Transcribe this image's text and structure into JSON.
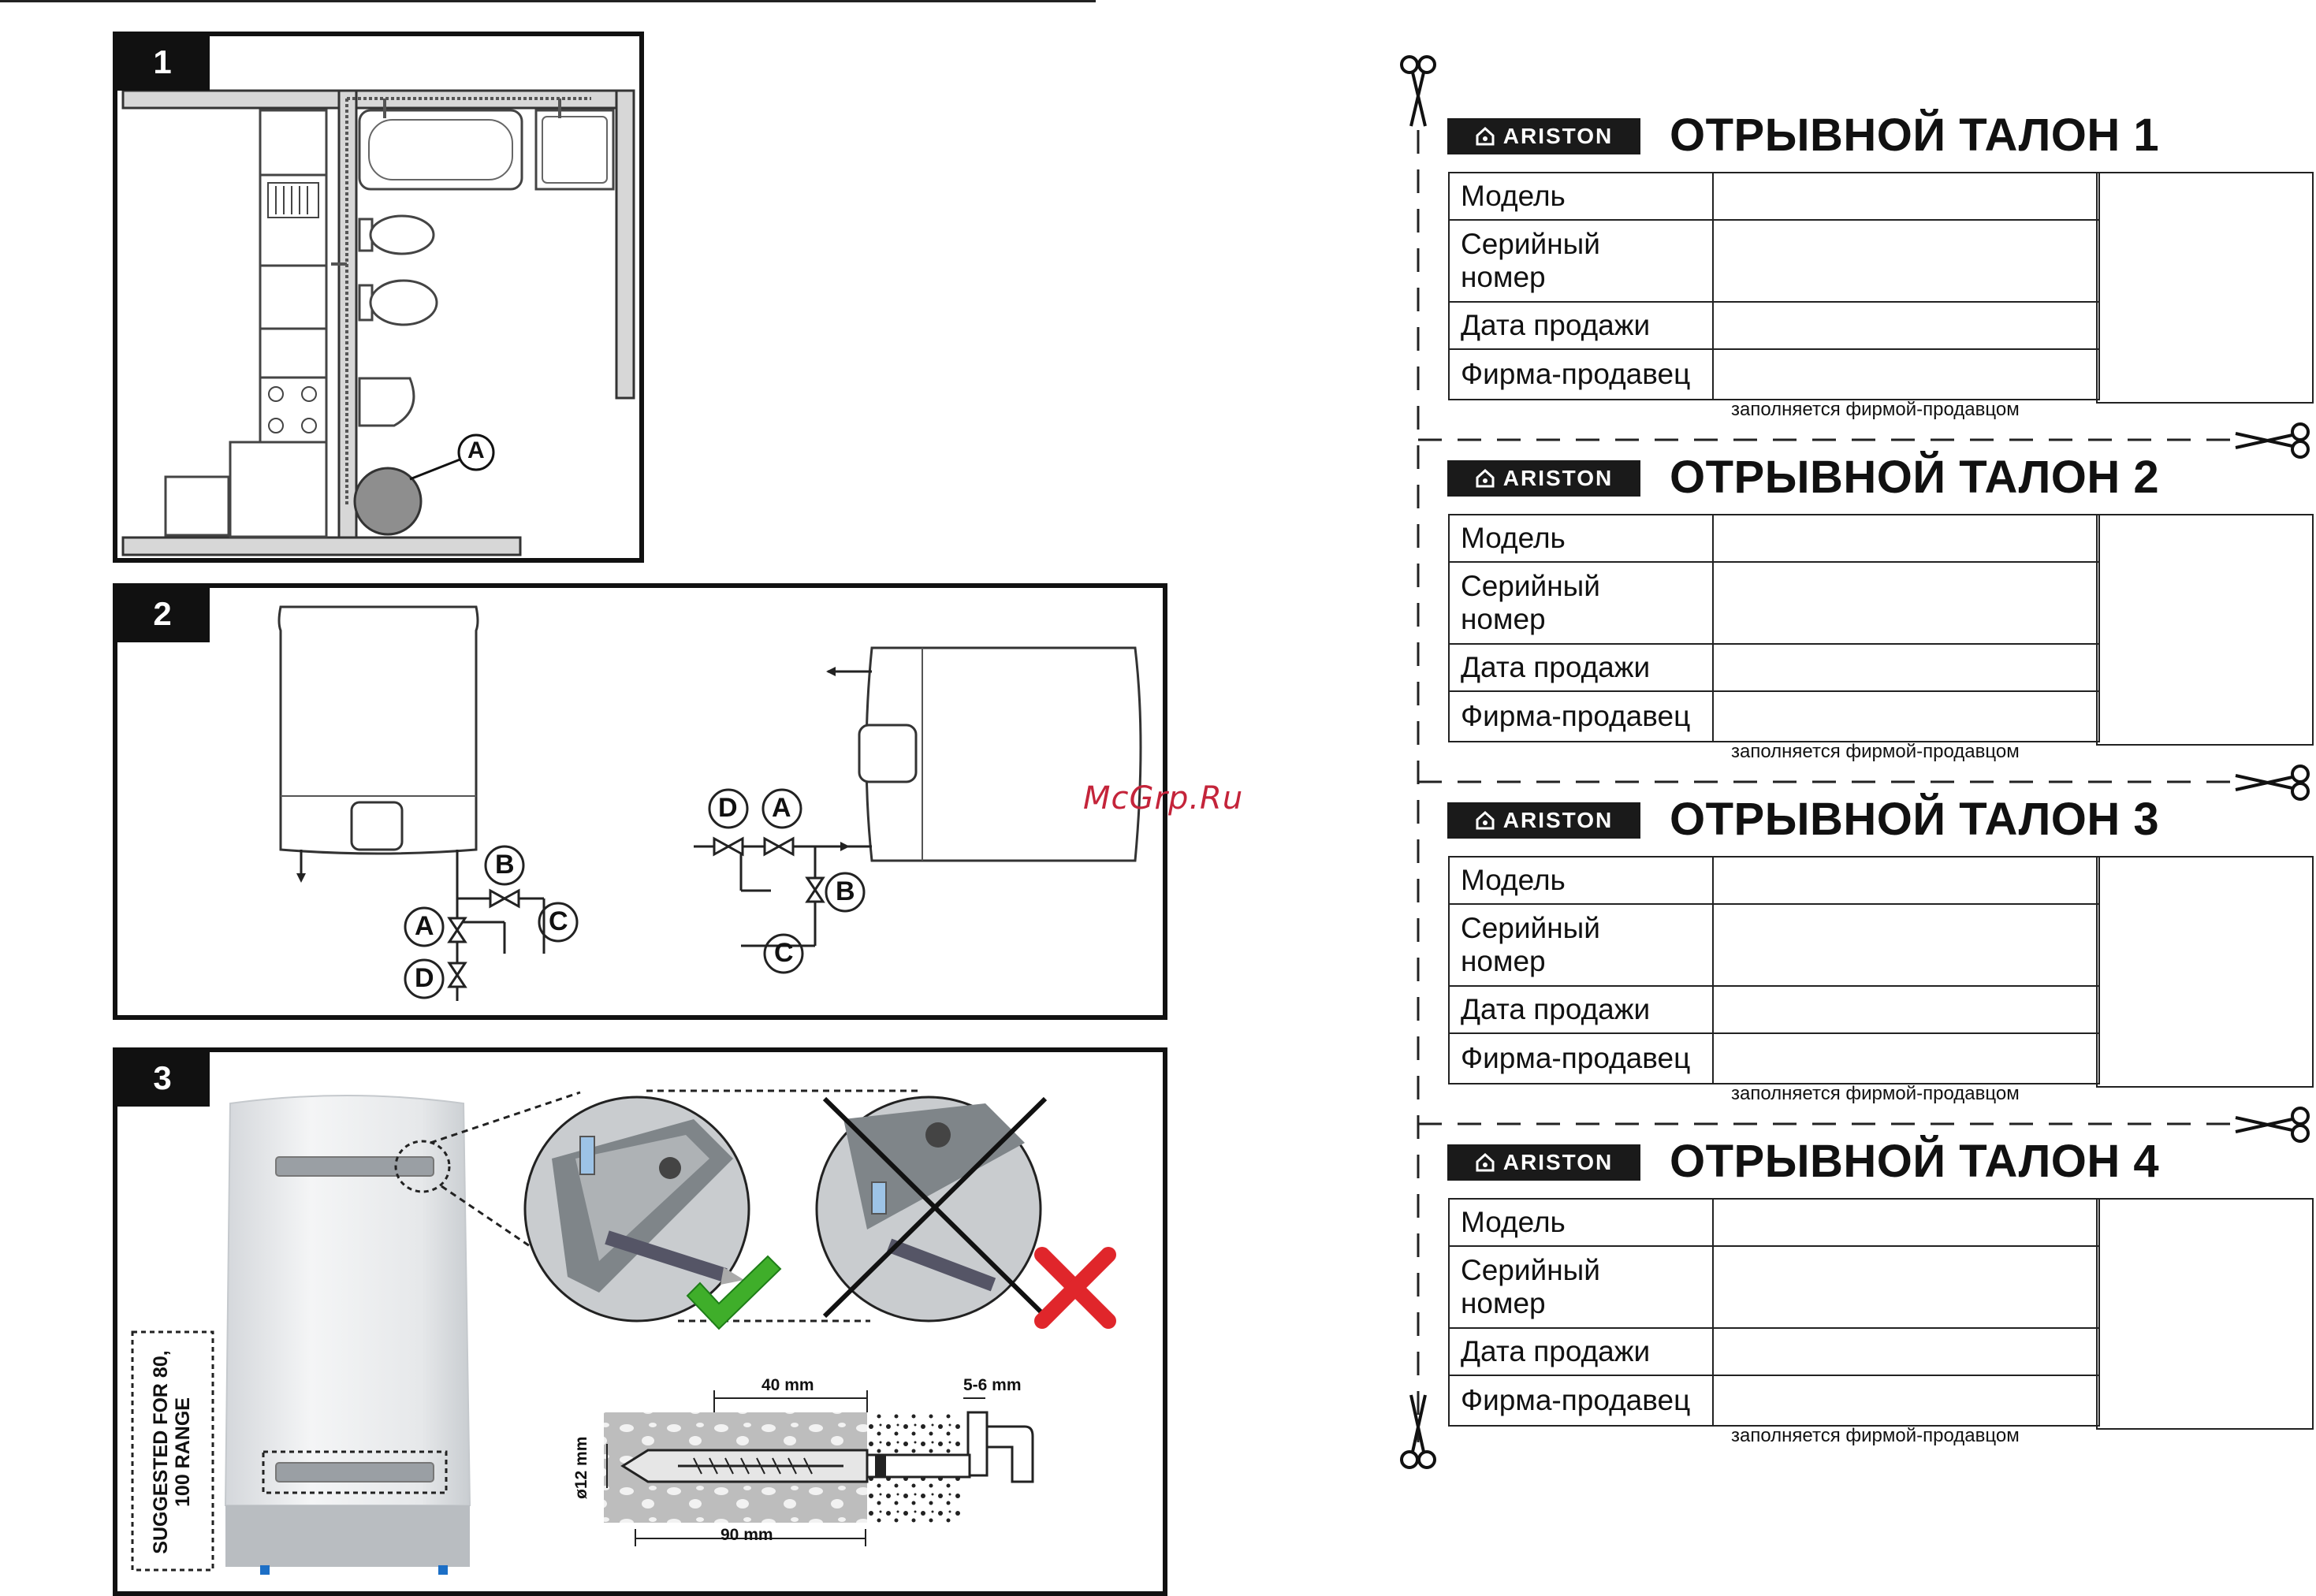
{
  "panels": [
    {
      "number": "1"
    },
    {
      "number": "2"
    },
    {
      "number": "3"
    }
  ],
  "panel1": {
    "callout": "A"
  },
  "panel2": {
    "callouts_left": [
      "B",
      "A",
      "C",
      "D"
    ],
    "callouts_right": [
      "D",
      "A",
      "B",
      "C"
    ]
  },
  "panel3": {
    "side_label_line1": "SUGGESTED FOR 80,",
    "side_label_line2": "100 RANGE",
    "dim_40": "40 mm",
    "dim_56": "5-6 mm",
    "dim_12": "ø12 mm",
    "dim_90": "90 mm",
    "correct_icon": "checkmark-icon",
    "wrong_icon": "cross-icon",
    "colors": {
      "check": "#3fae2a",
      "cross": "#e0262b"
    }
  },
  "watermark": "McGrp.Ru",
  "coupons": [
    {
      "brand": "ARISTON",
      "title": "ОТРЫВНОЙ ТАЛОН 1",
      "fields": [
        "Модель",
        "Серийный номер",
        "Дата продажи",
        "Фирма-продавец"
      ],
      "note": "заполняется фирмой-продавцом"
    },
    {
      "brand": "ARISTON",
      "title": "ОТРЫВНОЙ ТАЛОН 2",
      "fields": [
        "Модель",
        "Серийный номер",
        "Дата продажи",
        "Фирма-продавец"
      ],
      "note": "заполняется фирмой-продавцом"
    },
    {
      "brand": "ARISTON",
      "title": "ОТРЫВНОЙ ТАЛОН 3",
      "fields": [
        "Модель",
        "Серийный номер",
        "Дата продажи",
        "Фирма-продавец"
      ],
      "note": "заполняется фирмой-продавцом"
    },
    {
      "brand": "ARISTON",
      "title": "ОТРЫВНОЙ ТАЛОН 4",
      "fields": [
        "Модель",
        "Серийный номер",
        "Дата продажи",
        "Фирма-продавец"
      ],
      "note": "заполняется фирмой-продавцом"
    }
  ],
  "icons": [
    "scissors-icon",
    "house-logo-icon",
    "checkmark-icon",
    "cross-icon"
  ]
}
